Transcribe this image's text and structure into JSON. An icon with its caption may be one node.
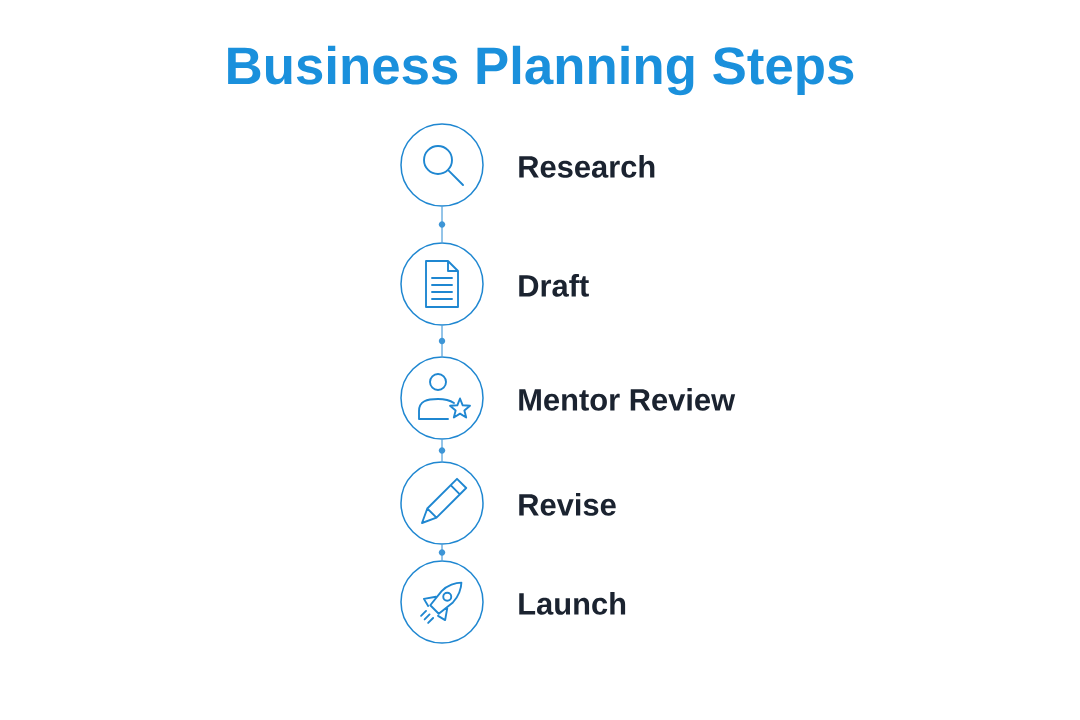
{
  "diagram": {
    "title": "Business Planning Steps",
    "nodes": [
      {
        "text": [],
        "shape": "circle",
        "beside": [
          "Research"
        ]
      },
      {
        "text": [],
        "shape": "circle",
        "beside": [
          "Draft"
        ]
      },
      {
        "text": [],
        "shape": "circle",
        "beside": [
          "Mentor Review"
        ]
      },
      {
        "text": [],
        "shape": "circle",
        "beside": [
          "Revise"
        ]
      },
      {
        "text": [],
        "shape": "circle",
        "beside": [
          "Launch"
        ]
      }
    ],
    "edges": [
      {
        "from": 0,
        "to": 1,
        "arrow": "none"
      },
      {
        "from": 1,
        "to": 2,
        "arrow": "none"
      },
      {
        "from": 2,
        "to": 3,
        "arrow": "none"
      },
      {
        "from": 3,
        "to": 4,
        "arrow": "none"
      }
    ]
  }
}
